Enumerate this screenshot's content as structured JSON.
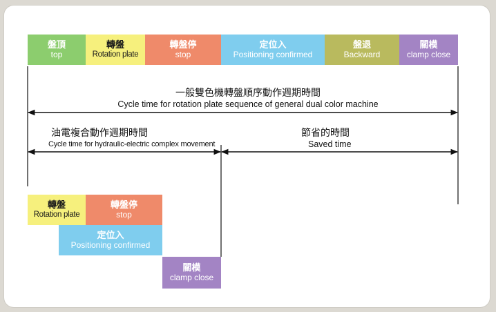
{
  "top_sequence": [
    {
      "zh": "盤頂",
      "en": "top",
      "color": "#8ccd6e",
      "text_color": "#ffffff"
    },
    {
      "zh": "轉盤",
      "en": "Rotation plate",
      "color": "#f6f07d",
      "text_color": "#1a1a1a"
    },
    {
      "zh": "轉盤停",
      "en": "stop",
      "color": "#ef8a6a",
      "text_color": "#ffffff"
    },
    {
      "zh": "定位入",
      "en": "Positioning confirmed",
      "color": "#7fcdee",
      "text_color": "#ffffff"
    },
    {
      "zh": "盤退",
      "en": "Backward",
      "color": "#b9ba5e",
      "text_color": "#ffffff"
    },
    {
      "zh": "關模",
      "en": "clamp close",
      "color": "#a384c4",
      "text_color": "#ffffff"
    }
  ],
  "cycle_general": {
    "zh": "一般雙色機轉盤順序動作週期時間",
    "en": "Cycle time for rotation plate sequence of general dual color machine"
  },
  "cycle_hydraulic": {
    "zh": "油電複合動作週期時間",
    "en": "Cycle time for hydraulic-electric complex movement"
  },
  "saved_time": {
    "zh": "節省的時間",
    "en": "Saved time"
  },
  "bottom_sequence": [
    {
      "zh": "轉盤",
      "en": "Rotation plate",
      "color": "#f6f07d",
      "text_color": "#1a1a1a"
    },
    {
      "zh": "轉盤停",
      "en": "stop",
      "color": "#ef8a6a",
      "text_color": "#ffffff"
    },
    {
      "zh": "定位入",
      "en": "Positioning confirmed",
      "color": "#7fcdee",
      "text_color": "#ffffff"
    },
    {
      "zh": "關模",
      "en": "clamp close",
      "color": "#a384c4",
      "text_color": "#ffffff"
    }
  ]
}
